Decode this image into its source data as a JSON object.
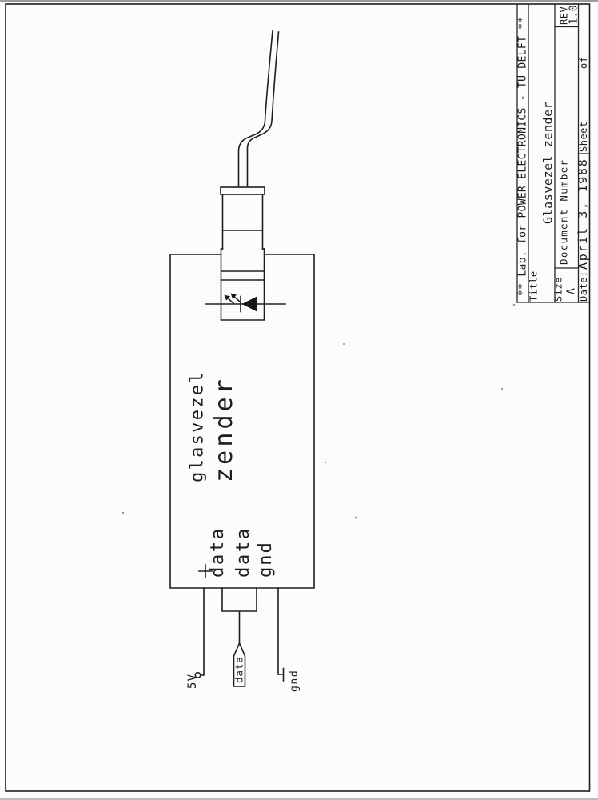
{
  "colors": {
    "ink": "#1c1c1c",
    "paper": "#fcfcfa"
  },
  "title_block": {
    "banner": "** Lab. for POWER ELECTRONICS - TU DELFT **",
    "title_label": "Title",
    "title_value": "Glasvezel zender",
    "size_label": "Size",
    "size_value": "A",
    "document_number_label": "Document Number",
    "rev_label": "REV",
    "rev_value": "1.0",
    "date_label": "Date:",
    "date_value": "April 3, 1988",
    "sheet_label": "Sheet",
    "of_label": "of"
  },
  "component": {
    "label_line1": "glasvezel",
    "label_line2": "zender",
    "plus_mark": "+",
    "pin1_name": "data",
    "pin2_name": "data",
    "pin3_name": "gnd"
  },
  "nets": {
    "supply": "5V",
    "data_flag": "data",
    "ground": "gnd"
  },
  "symbols": {
    "led": "light-emitting-diode",
    "connector": "fiber-optic-connector",
    "cable": "fiber-optic-cable",
    "terminal_circle": "open-terminal",
    "terminal_bar": "ground-terminal"
  }
}
